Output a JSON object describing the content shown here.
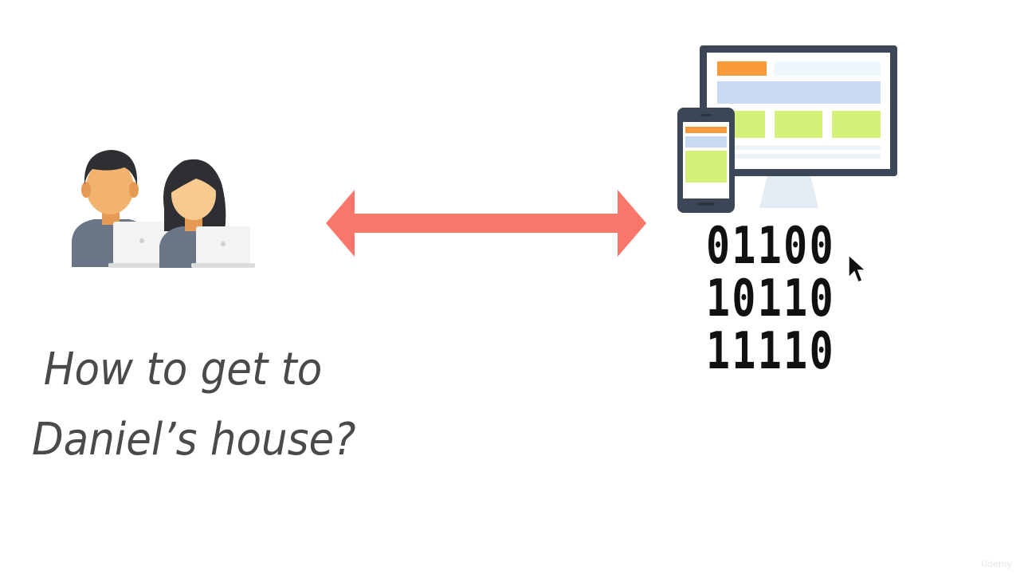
{
  "diagram": {
    "left_icon": "people-with-laptops-icon",
    "connector": "double-headed-arrow-icon",
    "right_icon": "responsive-devices-icon",
    "binary_lines": [
      "01100",
      "10110",
      "11110"
    ],
    "question_lines": [
      "How to get to",
      "Daniel’s house?"
    ],
    "colors": {
      "arrow": "#f8776a",
      "device_frame": "#3b4756",
      "accent_orange": "#f89a3a",
      "accent_green": "#d4f07a",
      "accent_blue": "#c7daf2",
      "skin": "#f2b36f",
      "hair": "#2e2e33",
      "shirt": "#6a7587"
    }
  },
  "watermark": "Udemy"
}
